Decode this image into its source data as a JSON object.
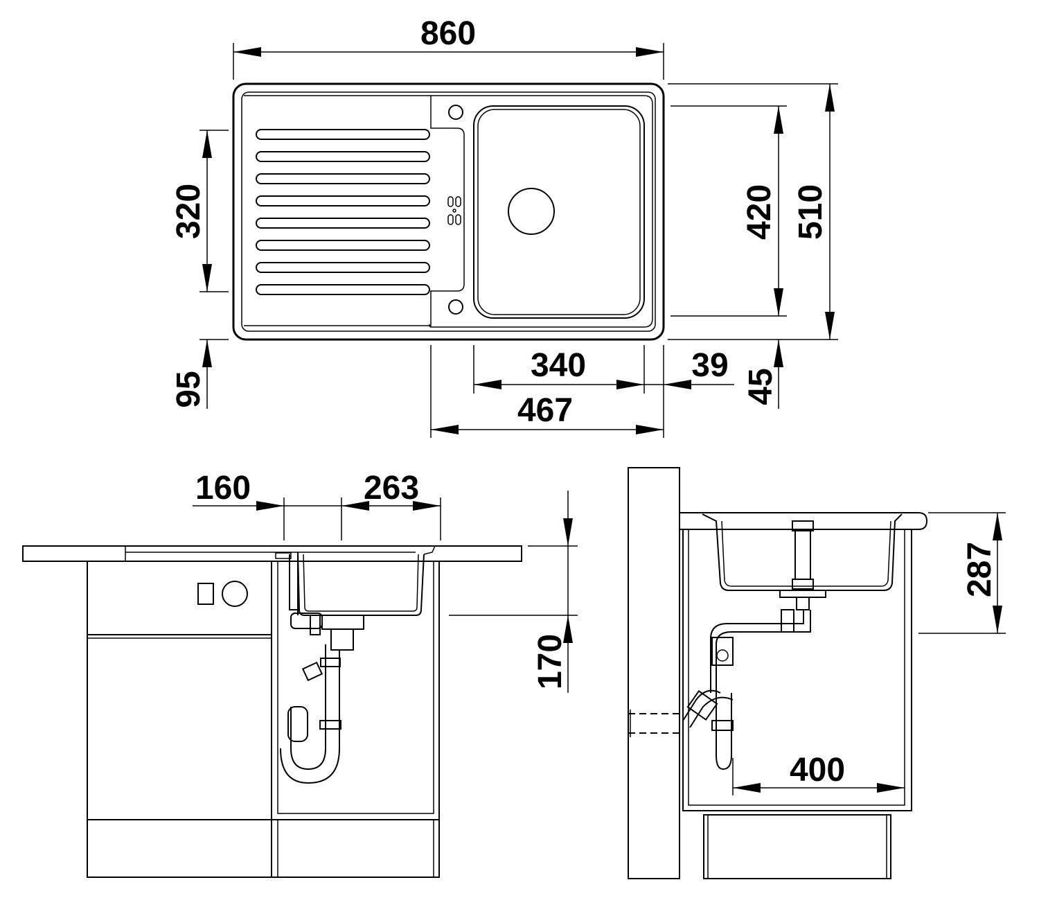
{
  "dimensions": {
    "top_view": {
      "overall_width": "860",
      "overall_depth": "510",
      "bowl_depth": "420",
      "drainer_depth": "320",
      "front_offset": "95",
      "bowl_width": "340",
      "bowl_side_offset": "39",
      "bowl_front_offset": "45",
      "bowl_section_width": "467"
    },
    "front_view": {
      "bowl_offset_left": "160",
      "bowl_offset_right": "263",
      "depth_below_top": "170"
    },
    "side_view": {
      "bowl_height": "287",
      "waste_position": "400"
    }
  },
  "colors": {
    "line": "#000000",
    "background": "#ffffff"
  }
}
